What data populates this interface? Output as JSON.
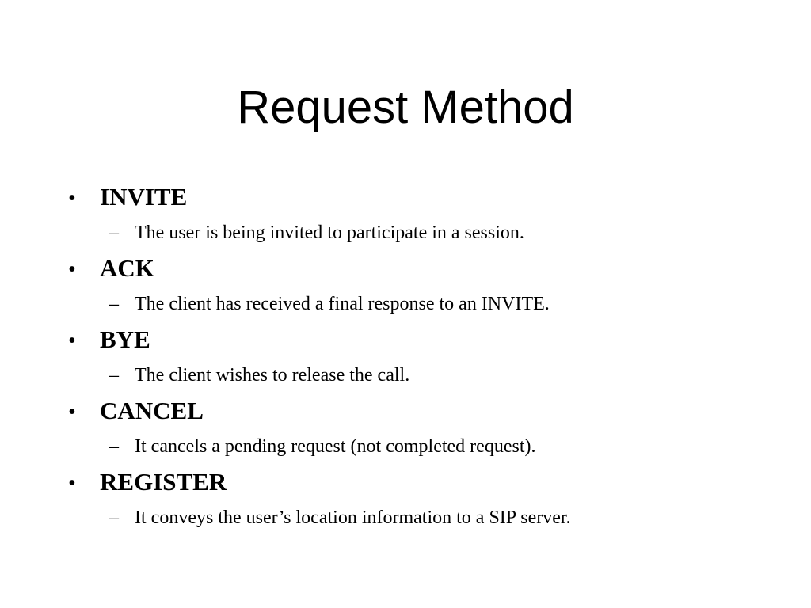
{
  "slide": {
    "title": "Request Method",
    "bullet_symbol": "•",
    "sub_bullet_symbol": "–",
    "items": [
      {
        "term": "INVITE",
        "description": "The user is being invited to participate in a session."
      },
      {
        "term": "ACK",
        "description": "The client has received a final response to an INVITE."
      },
      {
        "term": "BYE",
        "description": "The client wishes to release the call."
      },
      {
        "term": "CANCEL",
        "description": "It cancels a pending request (not completed request)."
      },
      {
        "term": "REGISTER",
        "description": "It conveys the user’s location information to a SIP server."
      }
    ]
  }
}
